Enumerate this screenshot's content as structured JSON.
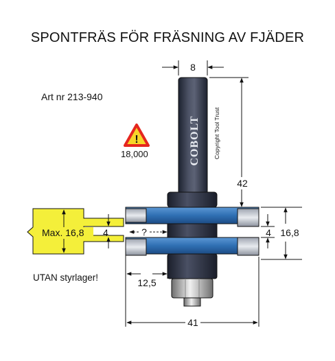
{
  "title": "SPONTFRÄS FÖR FRÄSNING AV FJÄDER",
  "article": "Art nr 213-940",
  "warning": {
    "symbol": "!",
    "speed": "18,000"
  },
  "brand": "COBOLT",
  "copyright": "Copyright Tool Trust",
  "dimensions": {
    "shank_width": "8",
    "shank_length": "42",
    "groove": "4",
    "total_height": "16,8",
    "unknown": "?",
    "offset": "12,5",
    "diameter": "41"
  },
  "profile": {
    "max_label": "Max. 16,8",
    "tongue": "4"
  },
  "note": "UTAN styrlager!",
  "colors": {
    "cutter_blue": "#2f6fb3",
    "profile_yellow": "#f4ef3a",
    "body_dark": "#33394a",
    "warning_red": "#e5261f",
    "warning_yellow": "#f7d52a"
  }
}
